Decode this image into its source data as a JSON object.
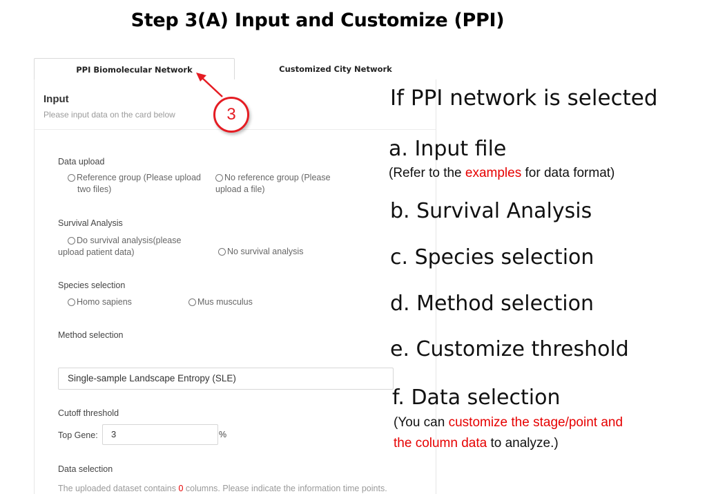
{
  "slide_title": "Step 3(A)  Input and Customize (PPI)",
  "tabs": [
    {
      "label": "PPI Biomolecular Network",
      "active": true
    },
    {
      "label": "Customized City Network",
      "active": false
    }
  ],
  "callout": {
    "number": "3",
    "color": "#e51c23"
  },
  "card": {
    "title": "Input",
    "subtitle": "Please input data on the card below"
  },
  "data_upload": {
    "label": "Data upload",
    "option1_line1": "Reference group (Please upload",
    "option1_line2": "two files)",
    "option2_line1": "No reference group (Please",
    "option2_line2": "upload a file)"
  },
  "survival": {
    "label": "Survival Analysis",
    "option1_line1": "Do survival analysis(please",
    "option1_line2": "upload patient data)",
    "option2": "No survival analysis"
  },
  "species": {
    "label": "Species selection",
    "option1": "Homo sapiens",
    "option2": "Mus musculus"
  },
  "method": {
    "label": "Method selection",
    "selected": "Single-sample Landscape Entropy (SLE)"
  },
  "cutoff": {
    "label": "Cutoff threshold",
    "top_gene_label": "Top Gene:",
    "top_gene_value": "3",
    "unit": "%"
  },
  "data_selection": {
    "label": "Data selection",
    "info_prefix": "The uploaded dataset contains ",
    "count": "0",
    "info_suffix": " columns. Please indicate the information time points."
  },
  "annotations": {
    "heading": "If PPI network is selected",
    "a": "a. Input file",
    "a_note_prefix": "(Refer to the ",
    "a_note_red": "examples",
    "a_note_suffix": " for data format)",
    "b": "b. Survival Analysis",
    "c": "c.  Species selection",
    "d": "d.  Method selection",
    "e": "e.  Customize threshold",
    "f": "f.  Data selection",
    "f_note_prefix": "(You can ",
    "f_note_red1": "customize the stage/point and",
    "f_note_red2": "the column data",
    "f_note_suffix": " to analyze.)",
    "highlight_color": "#e60000"
  }
}
